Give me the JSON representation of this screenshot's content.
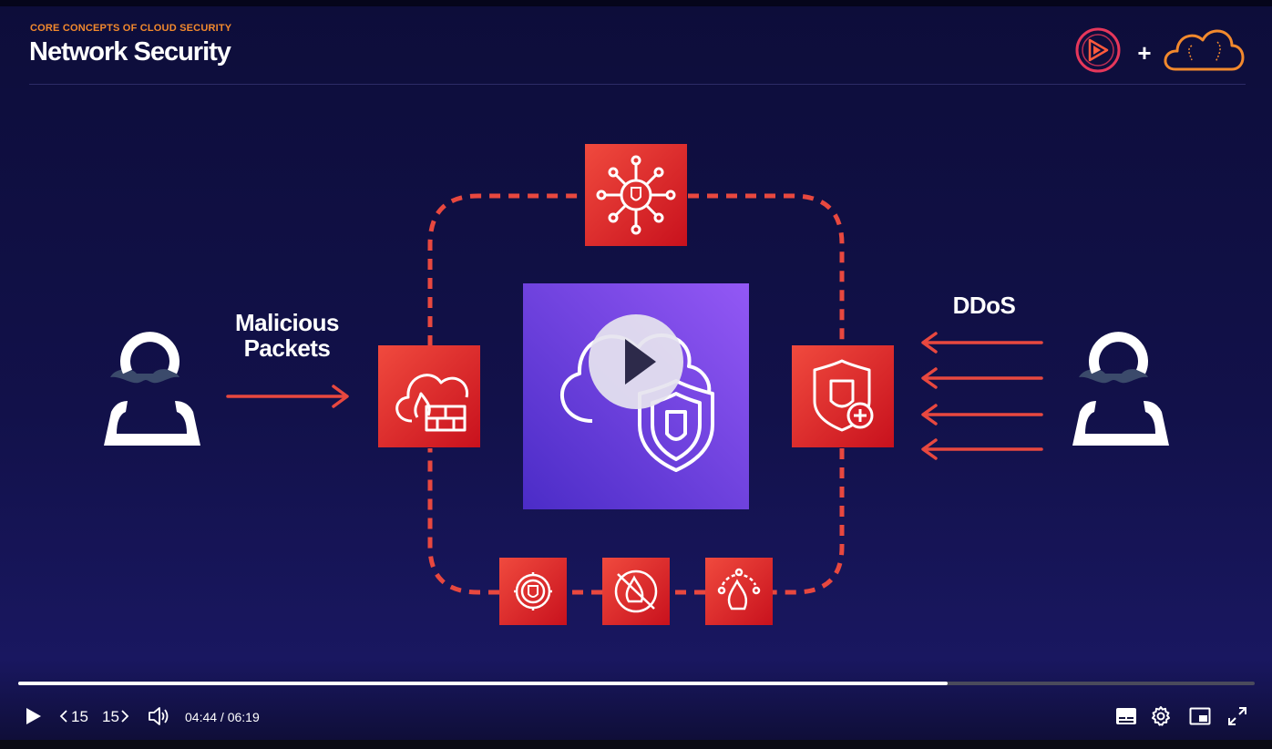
{
  "slide": {
    "kicker": "CORE CONCEPTS OF CLOUD SECURITY",
    "title": "Network Security",
    "label_malicious": "Malicious Packets",
    "label_malicious_line1": "Malicious",
    "label_malicious_line2": "Packets",
    "label_ddos": "DDoS",
    "logo_separator": "+"
  },
  "player": {
    "time_display": "04:44 / 06:19",
    "skip_back_label": "15",
    "skip_forward_label": "15",
    "progress_fraction": 0.7518
  },
  "colors": {
    "accent_orange": "#f2892d",
    "aws_red": "#e0262c",
    "aws_purple": "#7a47e0",
    "dash_red": "#e8483f",
    "pluralsight_pink": "#e6375b"
  },
  "icons": {
    "play": "play-icon",
    "skip_back": "skip-back-icon",
    "skip_forward": "skip-forward-icon",
    "volume": "volume-icon",
    "captions": "captions-icon",
    "settings": "gear-icon",
    "pip": "picture-in-picture-icon",
    "fullscreen": "fullscreen-icon"
  }
}
